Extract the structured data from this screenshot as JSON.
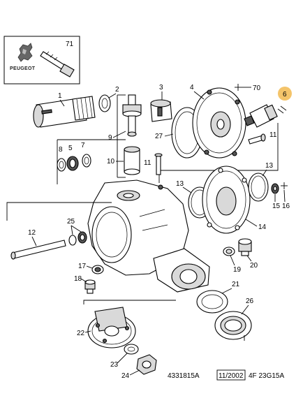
{
  "brand": {
    "name": "PEUGEOT",
    "inset_ref": "71"
  },
  "labels": {
    "p1": "1",
    "p2": "2",
    "p3": "3",
    "p4": "4",
    "p5": "5",
    "p6": "6",
    "p7": "7",
    "p8": "8",
    "p9": "9",
    "p10": "10",
    "p11": "11",
    "p12": "12",
    "p13a": "13",
    "p13b": "13",
    "p14": "14",
    "p15": "15",
    "p16": "16",
    "p17": "17",
    "p18": "18",
    "p19": "19",
    "p20": "20",
    "p21": "21",
    "p22": "22",
    "p23": "23",
    "p24": "24",
    "p25": "25",
    "p26": "26",
    "p27": "27",
    "p70": "70"
  },
  "footer": {
    "ref": "4331815A",
    "date": "11/2002",
    "code": "4F 23G15A"
  },
  "colors": {
    "highlight": "#f4c46a"
  }
}
